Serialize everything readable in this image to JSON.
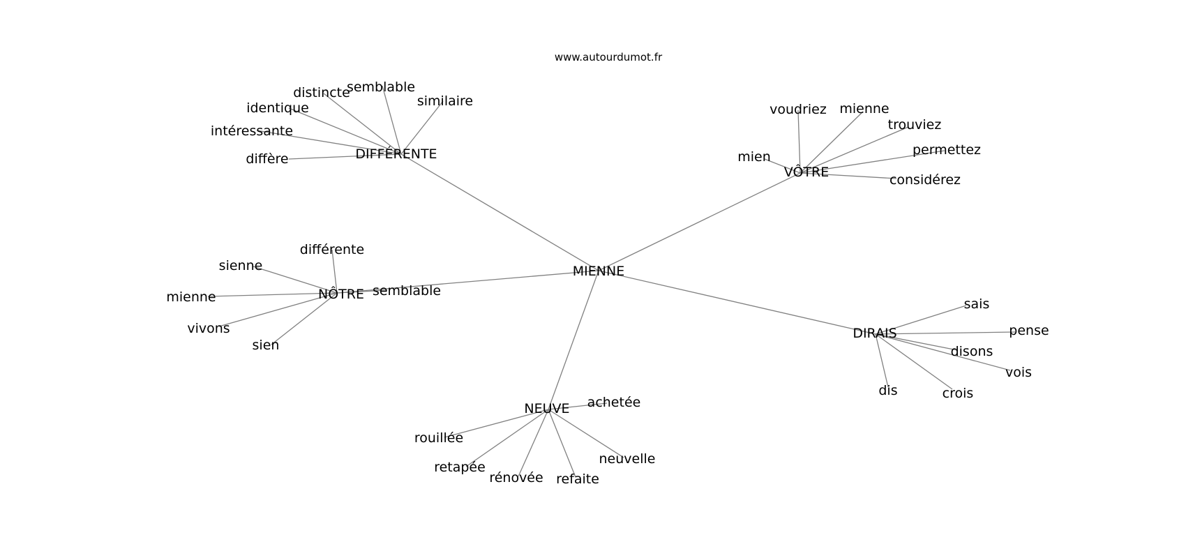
{
  "source_label": "www.autourdumot.fr",
  "graph": {
    "center": "MIENNE",
    "clusters": [
      {
        "hub": "DIFFÉRENTE",
        "words": [
          "semblable",
          "distincte",
          "similaire",
          "identique",
          "intéressante",
          "diffère"
        ]
      },
      {
        "hub": "VÔTRE",
        "words": [
          "voudriez",
          "mienne",
          "trouviez",
          "permettez",
          "mien",
          "considérez"
        ]
      },
      {
        "hub": "NÔTRE",
        "words": [
          "différente",
          "sienne",
          "semblable",
          "mienne",
          "vivons",
          "sien"
        ]
      },
      {
        "hub": "DIRAIS",
        "words": [
          "sais",
          "pense",
          "disons",
          "vois",
          "dis",
          "crois"
        ]
      },
      {
        "hub": "NEUVE",
        "words": [
          "achetée",
          "rouillée",
          "retapée",
          "rénovée",
          "refaite",
          "neuvelle"
        ]
      }
    ]
  }
}
